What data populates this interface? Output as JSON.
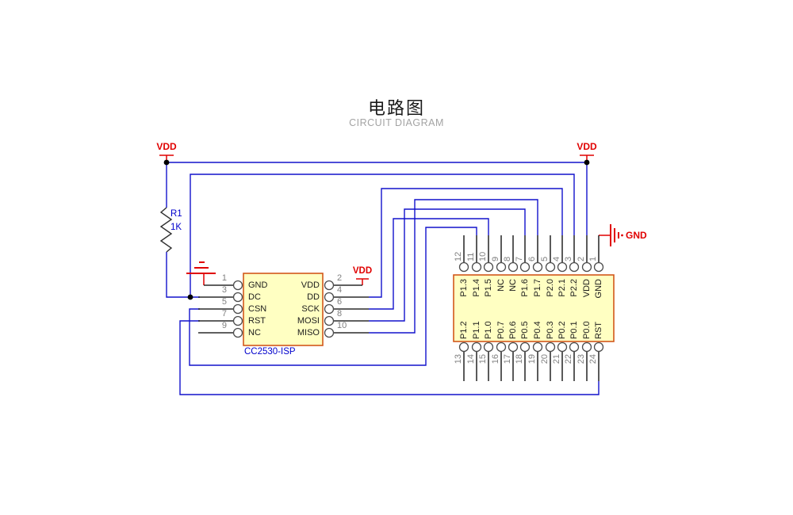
{
  "title": {
    "zh": "电路图",
    "en": "CIRCUIT DIAGRAM"
  },
  "colors": {
    "wire": "#1212cc",
    "power": "#e00000",
    "component_fill": "#ffffc2",
    "component_border": "#d2581a",
    "pin_number_gray": "#808080",
    "ref_text_blue": "#0000cc"
  },
  "power_labels": {
    "vdd_left": "VDD",
    "vdd_right": "VDD",
    "vdd_cc": "VDD",
    "gnd_right": "GND"
  },
  "resistor": {
    "ref": "R1",
    "value": "1K"
  },
  "cc_connector": {
    "ref": "CC2530-ISP",
    "left_pins": [
      {
        "num": "1",
        "name": "GND"
      },
      {
        "num": "3",
        "name": "DC"
      },
      {
        "num": "5",
        "name": "CSN"
      },
      {
        "num": "7",
        "name": "RST"
      },
      {
        "num": "9",
        "name": "NC"
      }
    ],
    "right_pins": [
      {
        "num": "2",
        "name": "VDD"
      },
      {
        "num": "4",
        "name": "DD"
      },
      {
        "num": "6",
        "name": "SCK"
      },
      {
        "num": "8",
        "name": "MOSI"
      },
      {
        "num": "10",
        "name": "MISO"
      }
    ]
  },
  "header_connector": {
    "top_pins": [
      {
        "num": "12",
        "name": "P1.3"
      },
      {
        "num": "11",
        "name": "P1.4"
      },
      {
        "num": "10",
        "name": "P1.5"
      },
      {
        "num": "9",
        "name": "NC"
      },
      {
        "num": "8",
        "name": "NC"
      },
      {
        "num": "7",
        "name": "P1.6"
      },
      {
        "num": "6",
        "name": "P1.7"
      },
      {
        "num": "5",
        "name": "P2.0"
      },
      {
        "num": "4",
        "name": "P2.1"
      },
      {
        "num": "3",
        "name": "P2.2"
      },
      {
        "num": "2",
        "name": "VDD"
      },
      {
        "num": "1",
        "name": "GND"
      }
    ],
    "bottom_pins": [
      {
        "num": "13",
        "name": "P1.2"
      },
      {
        "num": "14",
        "name": "P1.1"
      },
      {
        "num": "15",
        "name": "P1.0"
      },
      {
        "num": "16",
        "name": "P0.7"
      },
      {
        "num": "17",
        "name": "P0.6"
      },
      {
        "num": "18",
        "name": "P0.5"
      },
      {
        "num": "19",
        "name": "P0.4"
      },
      {
        "num": "20",
        "name": "P0.3"
      },
      {
        "num": "21",
        "name": "P0.2"
      },
      {
        "num": "22",
        "name": "P0.1"
      },
      {
        "num": "23",
        "name": "P0.0"
      },
      {
        "num": "24",
        "name": "RST"
      }
    ]
  }
}
